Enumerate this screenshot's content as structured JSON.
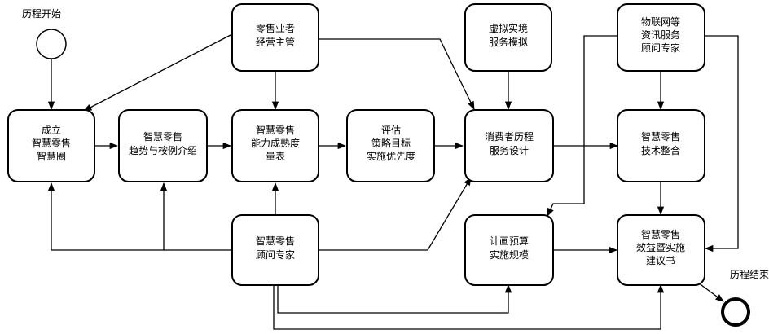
{
  "events": {
    "start": "历程开始",
    "end": "历程结束"
  },
  "nodes": {
    "establish": [
      "成立",
      "智慧零售",
      "智慧圈"
    ],
    "trends": [
      "智慧零售",
      "趋势与桉例介绍"
    ],
    "maturity": [
      "智慧零售",
      "能力成熟度",
      "量表"
    ],
    "evaluate": [
      "评估",
      "策略目标",
      "实施优先度"
    ],
    "retail_mgr": [
      "零售业者",
      "经营主管"
    ],
    "virtual": [
      "虚拟实境",
      "服务模拟"
    ],
    "iot": [
      "物联网等",
      "资讯服务",
      "顾问专家"
    ],
    "journey": [
      "消费者历程",
      "服务设计"
    ],
    "tech": [
      "智慧零售",
      "技术整合"
    ],
    "consultant": [
      "智慧零售",
      "顾问专家"
    ],
    "budget": [
      "计画预算",
      "实施规模"
    ],
    "benefit": [
      "智慧零售",
      "效益暨实施",
      "建议书"
    ]
  }
}
